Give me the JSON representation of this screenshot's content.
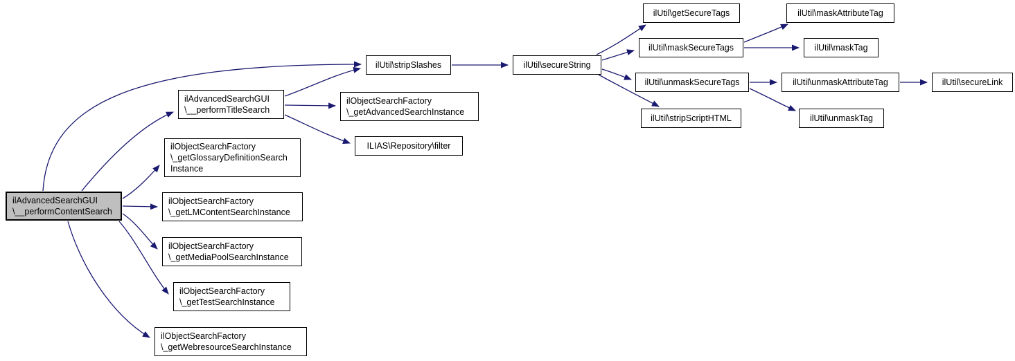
{
  "diagram": {
    "type": "call-graph",
    "accent_color": "#191970",
    "highlight_fill": "#bfbfbf",
    "node_fill": "#ffffff",
    "node_border": "#000000",
    "nodes": {
      "performContentSearch": {
        "label": "ilAdvancedSearchGUI\n\\__performContentSearch",
        "highlighted": true
      },
      "performTitleSearch": {
        "label": "ilAdvancedSearchGUI\n\\__performTitleSearch",
        "highlighted": false
      },
      "getGlossaryDefinitionSearchInstance": {
        "label": "ilObjectSearchFactory\n\\_getGlossaryDefinitionSearch\nInstance",
        "highlighted": false
      },
      "getLMContentSearchInstance": {
        "label": "ilObjectSearchFactory\n\\_getLMContentSearchInstance",
        "highlighted": false
      },
      "getMediaPoolSearchInstance": {
        "label": "ilObjectSearchFactory\n\\_getMediaPoolSearchInstance",
        "highlighted": false
      },
      "getTestSearchInstance": {
        "label": "ilObjectSearchFactory\n\\_getTestSearchInstance",
        "highlighted": false
      },
      "getWebresourceSearchInstance": {
        "label": "ilObjectSearchFactory\n\\_getWebresourceSearchInstance",
        "highlighted": false
      },
      "stripSlashes": {
        "label": "ilUtil\\stripSlashes",
        "highlighted": false
      },
      "getAdvancedSearchInstance": {
        "label": "ilObjectSearchFactory\n\\_getAdvancedSearchInstance",
        "highlighted": false
      },
      "repositoryFilter": {
        "label": "ILIAS\\Repository\\filter",
        "highlighted": false
      },
      "secureString": {
        "label": "ilUtil\\secureString",
        "highlighted": false
      },
      "getSecureTags": {
        "label": "ilUtil\\getSecureTags",
        "highlighted": false
      },
      "maskSecureTags": {
        "label": "ilUtil\\maskSecureTags",
        "highlighted": false
      },
      "unmaskSecureTags": {
        "label": "ilUtil\\unmaskSecureTags",
        "highlighted": false
      },
      "stripScriptHTML": {
        "label": "ilUtil\\stripScriptHTML",
        "highlighted": false
      },
      "maskAttributeTag": {
        "label": "ilUtil\\maskAttributeTag",
        "highlighted": false
      },
      "maskTag": {
        "label": "ilUtil\\maskTag",
        "highlighted": false
      },
      "unmaskAttributeTag": {
        "label": "ilUtil\\unmaskAttributeTag",
        "highlighted": false
      },
      "unmaskTag": {
        "label": "ilUtil\\unmaskTag",
        "highlighted": false
      },
      "secureLink": {
        "label": "ilUtil\\secureLink",
        "highlighted": false
      }
    },
    "edges": [
      {
        "from": "performContentSearch",
        "to": "stripSlashes"
      },
      {
        "from": "performContentSearch",
        "to": "performTitleSearch"
      },
      {
        "from": "performContentSearch",
        "to": "getGlossaryDefinitionSearchInstance"
      },
      {
        "from": "performContentSearch",
        "to": "getLMContentSearchInstance"
      },
      {
        "from": "performContentSearch",
        "to": "getMediaPoolSearchInstance"
      },
      {
        "from": "performContentSearch",
        "to": "getTestSearchInstance"
      },
      {
        "from": "performContentSearch",
        "to": "getWebresourceSearchInstance"
      },
      {
        "from": "performTitleSearch",
        "to": "stripSlashes"
      },
      {
        "from": "performTitleSearch",
        "to": "getAdvancedSearchInstance"
      },
      {
        "from": "performTitleSearch",
        "to": "repositoryFilter"
      },
      {
        "from": "stripSlashes",
        "to": "secureString"
      },
      {
        "from": "secureString",
        "to": "getSecureTags"
      },
      {
        "from": "secureString",
        "to": "maskSecureTags"
      },
      {
        "from": "secureString",
        "to": "unmaskSecureTags"
      },
      {
        "from": "secureString",
        "to": "stripScriptHTML"
      },
      {
        "from": "maskSecureTags",
        "to": "maskAttributeTag"
      },
      {
        "from": "maskSecureTags",
        "to": "maskTag"
      },
      {
        "from": "unmaskSecureTags",
        "to": "unmaskAttributeTag"
      },
      {
        "from": "unmaskSecureTags",
        "to": "unmaskTag"
      },
      {
        "from": "unmaskAttributeTag",
        "to": "secureLink"
      }
    ]
  }
}
